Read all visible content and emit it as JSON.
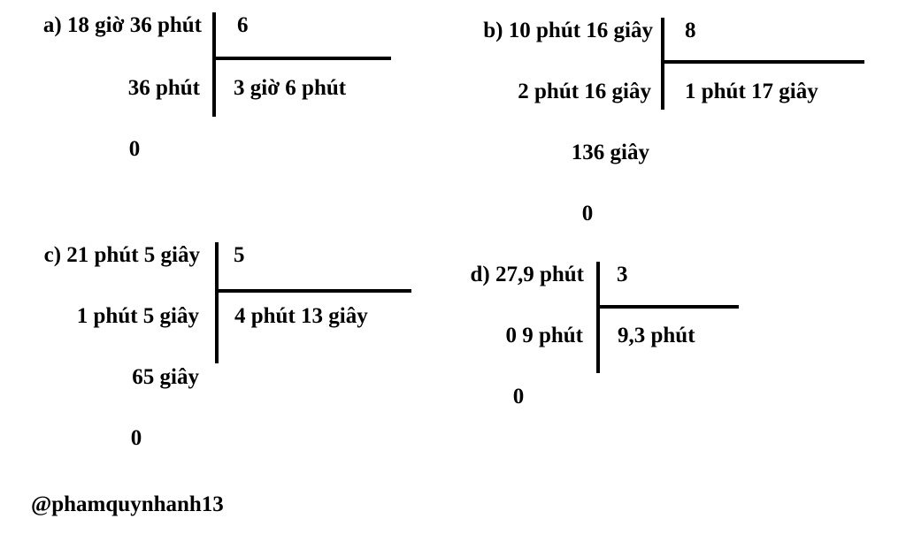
{
  "problems": {
    "a": {
      "label": "a)",
      "dividend": "18 giờ 36 phút",
      "divisor": "6",
      "quotient": "3 giờ 6 phút",
      "step1": "36 phút",
      "remainder": "0"
    },
    "b": {
      "label": "b)",
      "dividend": "10 phút 16 giây",
      "divisor": "8",
      "quotient": "1 phút 17 giây",
      "step1": "2 phút 16 giây",
      "step2": "136 giây",
      "remainder": "0"
    },
    "c": {
      "label": "c)",
      "dividend": "21 phút 5 giây",
      "divisor": "5",
      "quotient": "4 phút 13 giây",
      "step1": "1 phút 5 giây",
      "step2": "65 giây",
      "remainder": "0"
    },
    "d": {
      "label": "d)",
      "dividend": "27,9 phút",
      "divisor": "3",
      "quotient": "9,3 phút",
      "step1": "0 9 phút",
      "remainder": "0"
    }
  },
  "watermark": "@phamquynhanh13"
}
